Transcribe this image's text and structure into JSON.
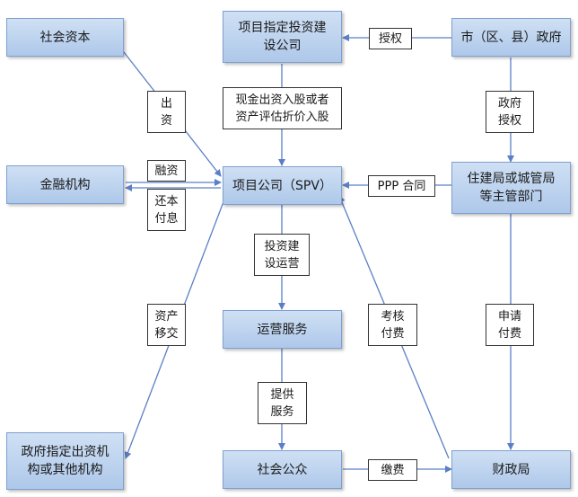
{
  "nodes": {
    "social_capital": "社会资本",
    "project_designated": "项目指定投资建\n设公司",
    "city_government": "市（区、县）政府",
    "financial_institution": "金融机构",
    "spv": "项目公司（SPV）",
    "housing_bureau": "住建局或城管局\n等主管部门",
    "operation_service": "运营服务",
    "gov_designated": "政府指定出资机\n构或其他机构",
    "public": "社会公众",
    "finance_bureau": "财政局"
  },
  "labels": {
    "authorize": "授权",
    "contribute": "出\n资",
    "cash_equity": "现金出资入股或者\n资产评估折价入股",
    "gov_authorize": "政府\n授权",
    "financing": "融资",
    "repay": "还本\n付息",
    "ppp_contract": "PPP 合同",
    "invest_build": "投资建\n设运营",
    "asset_transfer": "资产\n移交",
    "assess_pay": "考核\n付费",
    "apply_pay": "申请\n付费",
    "provide_service": "提供\n服务",
    "fee": "缴费"
  },
  "colors": {
    "box_top": "#cfe0f4",
    "box_bottom": "#aec8ea",
    "box_border": "#7f9fcf",
    "arrow": "#5b7fc6"
  }
}
